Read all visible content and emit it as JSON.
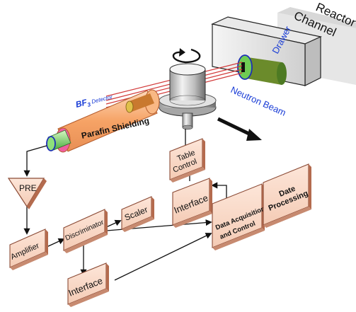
{
  "labels": {
    "reactor_line1": "Reactor",
    "reactor_line2": "Channel",
    "drawer": "Drawer",
    "neutron_beam": "Neutron Beam",
    "bf3_prefix": "BF",
    "bf3_sub": "3",
    "bf3_suffix": " Detector",
    "parafin": "Parafin Shielding",
    "pre": "PRE",
    "amplifier": "Amplifier",
    "discriminator": "Discriminator",
    "scaler": "Scaler",
    "interface_bottom": "Interface",
    "interface_mid": "Interface",
    "table_control_line1": "Table",
    "table_control_line2": "Control",
    "daq_line1": "Data Acquisition",
    "daq_line2": "and Control",
    "date_line1": "Date",
    "date_line2": "Processing"
  },
  "colors": {
    "box_fill": "#f9dccb",
    "box_edge": "#8b4b36",
    "shielding": "#f7a56c",
    "detector": "#7dd87a",
    "beam_label": "#1a3dd6",
    "beam_line": "#d23a3a"
  }
}
